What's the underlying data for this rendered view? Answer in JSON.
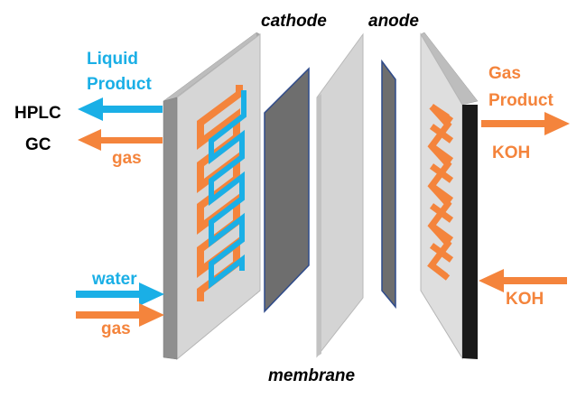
{
  "labels": {
    "cathode": "cathode",
    "anode": "anode",
    "membrane": "membrane",
    "liquid_product_line1": "Liquid",
    "liquid_product_line2": "Product",
    "hplc": "HPLC",
    "gc": "GC",
    "gas_out_left": "gas",
    "water_in": "water",
    "gas_in_left": "gas",
    "gas_product_line1": "Gas",
    "gas_product_line2": "Product",
    "koh_out": "KOH",
    "koh_in": "KOH"
  },
  "colors": {
    "blue": "#1aafe6",
    "orange": "#f4843c",
    "plate_face": "#d4d4d4",
    "plate_side": "#9b9b9b",
    "black_text": "#000000"
  }
}
